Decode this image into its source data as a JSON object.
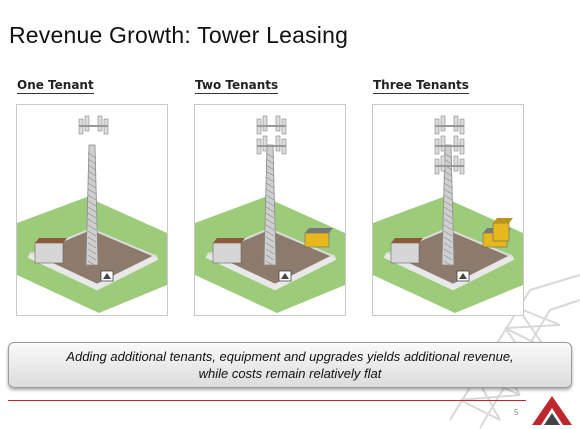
{
  "slide": {
    "title": "Revenue Growth: Tower Leasing",
    "page_number": "5"
  },
  "panels": [
    {
      "label": "One Tenant",
      "tenant_count": 1
    },
    {
      "label": "Two Tenants",
      "tenant_count": 2
    },
    {
      "label": "Three Tenants",
      "tenant_count": 3
    }
  ],
  "caption": {
    "line1": "Adding additional tenants, equipment and upgrades yields additional revenue,",
    "line2": "while costs remain relatively flat"
  },
  "colors": {
    "accent": "#c0272d",
    "grass": "#9ccc7a",
    "pad": "#8c7b6d",
    "shelter_roof": "#8a5a3a",
    "generator": "#e6b81e"
  },
  "icons": [
    "tower-icon",
    "company-logo"
  ]
}
